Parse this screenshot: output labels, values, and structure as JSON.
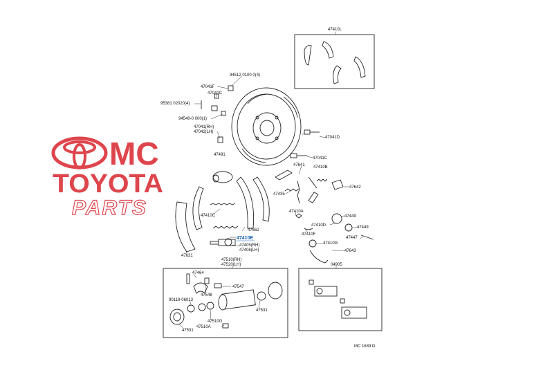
{
  "watermark": {
    "line1": "MC",
    "line2": "TOYOTA",
    "line3": "PARTS",
    "color": "#d9252d"
  },
  "highlight_color": "#1560b0",
  "figure_code": "MC 1639 D",
  "labels": {
    "l47410L": "47410L",
    "l94512": "94512 0100 0(4)",
    "l47041F": "47041F",
    "l47041C_a": "47041C",
    "l95381": "95381 02020(4)",
    "l94540": "94540-0 000(1)",
    "l47041RH": "47041(RH)",
    "l47042LH": "47042(LH)",
    "l47041D": "47041D",
    "l47491": "47491",
    "l47041C_b": "47041C",
    "l47641": "47641",
    "l47410B": "47410B",
    "l47642": "47642",
    "l47435": "47435",
    "l47410A": "47410A",
    "l47449_a": "47449",
    "l47410D": "47410D",
    "l47449_b": "47449",
    "l47410F": "47410F",
    "l47447": "47447",
    "l47410G": "47410G",
    "l47643": "47643",
    "l47410C": "47410C",
    "l47662": "47662",
    "l47410E": "47410E",
    "l47405RH": "47405(RH)",
    "l47406LH": "47406(LH)",
    "l47631": "47631",
    "l47510RH": "47510(RH)",
    "l47520LH": "47520(LH)",
    "l04905": "04905",
    "l47464": "47464",
    "l47547": "47547",
    "l47548": "47548",
    "l90119": "90119-06013",
    "l47531_a": "47531",
    "l47510G": "47510G",
    "l47531_b": "47531",
    "l47510A": "47510A"
  }
}
